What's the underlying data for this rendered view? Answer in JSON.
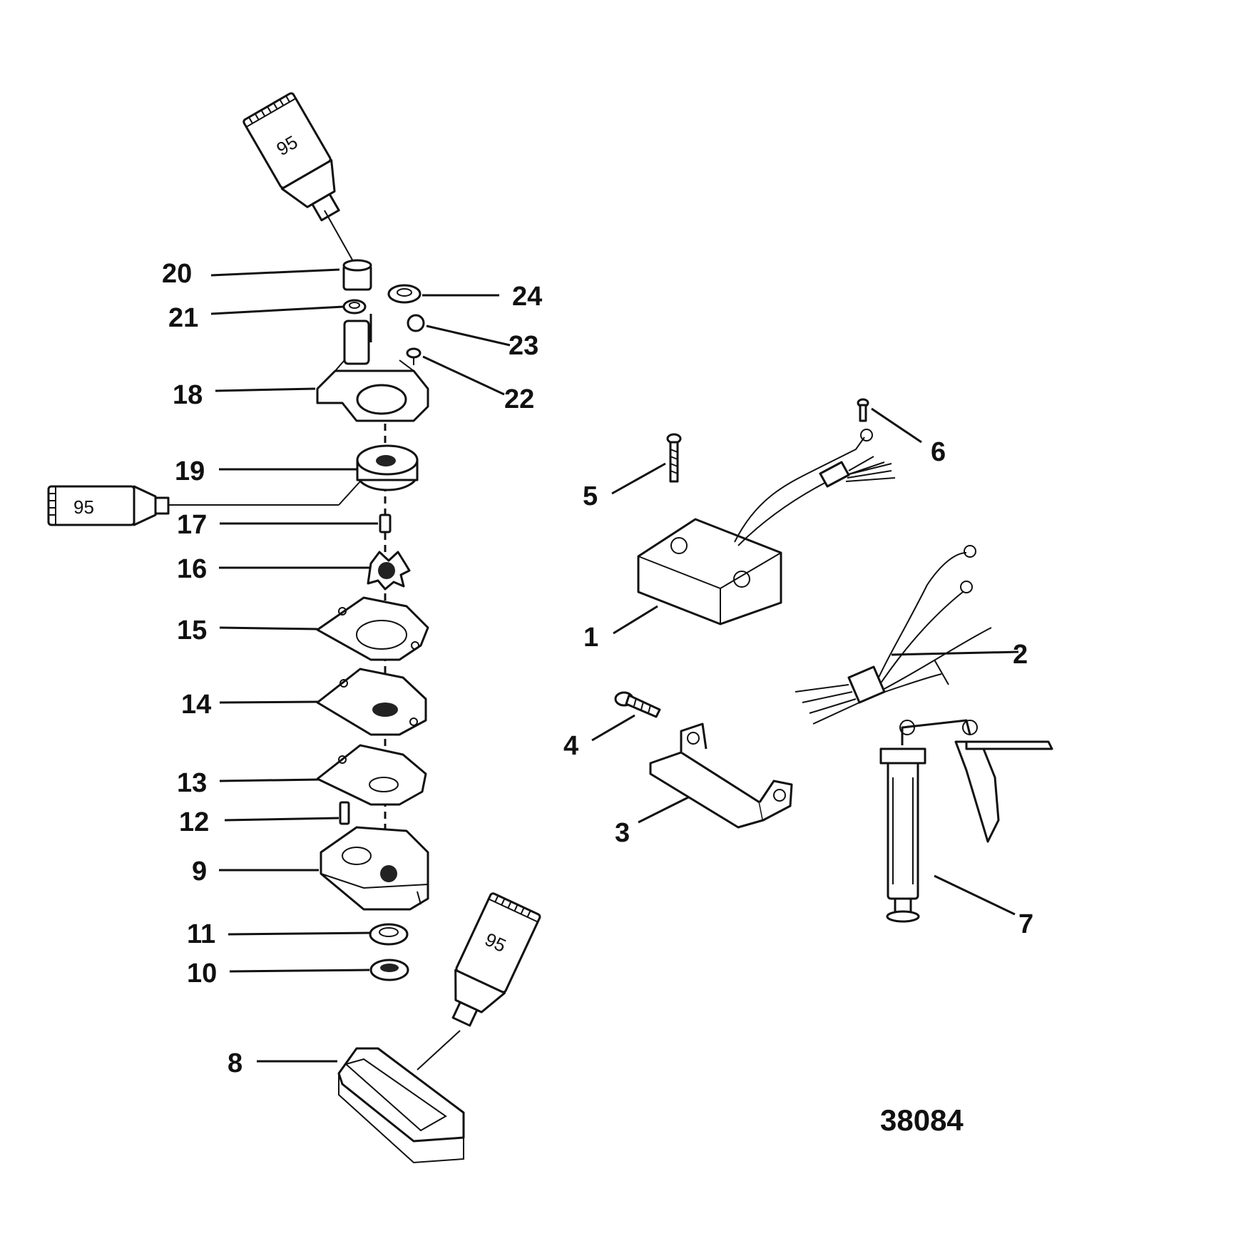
{
  "diagram": {
    "reference_number": "38084",
    "lubricant_tubes": [
      {
        "id": "tube-top",
        "label": "95"
      },
      {
        "id": "tube-side",
        "label": "95"
      },
      {
        "id": "tube-bottom",
        "label": "95"
      }
    ],
    "callouts": [
      {
        "id": "1",
        "label": "1"
      },
      {
        "id": "2",
        "label": "2"
      },
      {
        "id": "3",
        "label": "3"
      },
      {
        "id": "4",
        "label": "4"
      },
      {
        "id": "5",
        "label": "5"
      },
      {
        "id": "6",
        "label": "6"
      },
      {
        "id": "7",
        "label": "7"
      },
      {
        "id": "8",
        "label": "8"
      },
      {
        "id": "9",
        "label": "9"
      },
      {
        "id": "10",
        "label": "10"
      },
      {
        "id": "11",
        "label": "11"
      },
      {
        "id": "12",
        "label": "12"
      },
      {
        "id": "13",
        "label": "13"
      },
      {
        "id": "14",
        "label": "14"
      },
      {
        "id": "15",
        "label": "15"
      },
      {
        "id": "16",
        "label": "16"
      },
      {
        "id": "17",
        "label": "17"
      },
      {
        "id": "18",
        "label": "18"
      },
      {
        "id": "19",
        "label": "19"
      },
      {
        "id": "20",
        "label": "20"
      },
      {
        "id": "21",
        "label": "21"
      },
      {
        "id": "22",
        "label": "22"
      },
      {
        "id": "23",
        "label": "23"
      },
      {
        "id": "24",
        "label": "24"
      }
    ]
  }
}
